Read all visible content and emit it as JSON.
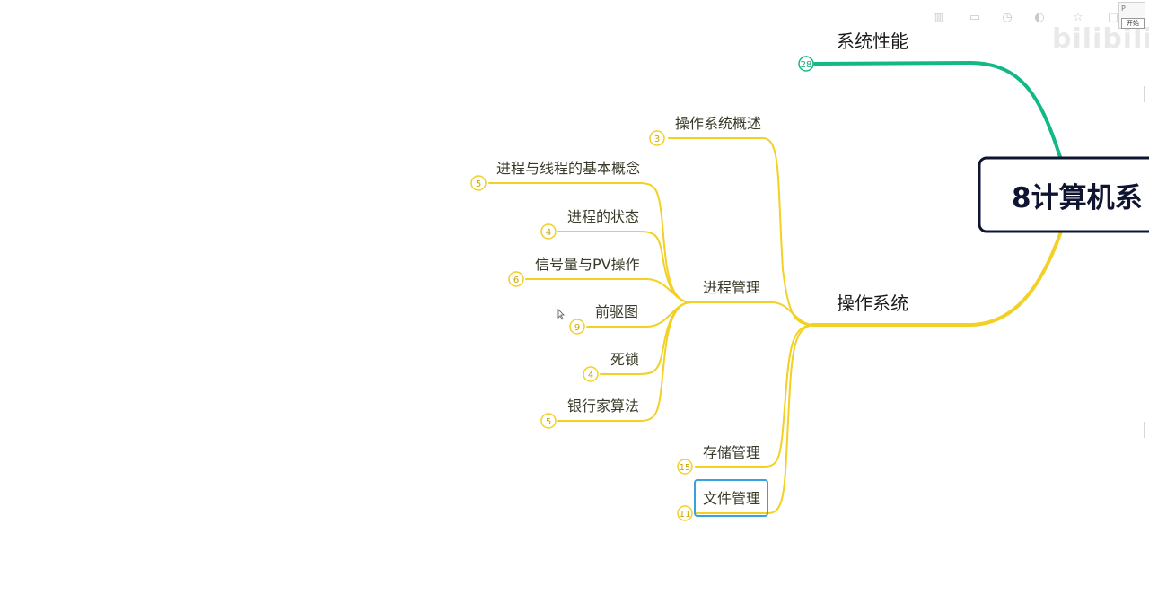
{
  "mindmap": {
    "root": {
      "label": "8计算机系"
    },
    "branches": {
      "performance": {
        "label": "系统性能",
        "badge": "28"
      },
      "os": {
        "label": "操作系统"
      }
    },
    "os_children": {
      "overview": {
        "label": "操作系统概述",
        "badge": "3"
      },
      "process": {
        "label": "进程管理"
      },
      "storage": {
        "label": "存储管理",
        "badge": "15"
      },
      "file": {
        "label": "文件管理",
        "badge": "11"
      }
    },
    "process_children": [
      {
        "label": "进程与线程的基本概念",
        "badge": "5"
      },
      {
        "label": "进程的状态",
        "badge": "4"
      },
      {
        "label": "信号量与PV操作",
        "badge": "6"
      },
      {
        "label": "前驱图",
        "badge": "9"
      },
      {
        "label": "死锁",
        "badge": "4"
      },
      {
        "label": "银行家算法",
        "badge": "5"
      }
    ]
  },
  "overlay": {
    "watermark": "bilibili",
    "corner_letter": "P",
    "corner_button": "开始"
  },
  "colors": {
    "yellow": "#f2d024",
    "green": "#12b886",
    "root_border": "#0f1530",
    "selection": "#36a3e0"
  },
  "icons": [
    "fit-icon",
    "screen-icon",
    "history-icon",
    "theme-icon",
    "star-icon",
    "window-icon"
  ]
}
